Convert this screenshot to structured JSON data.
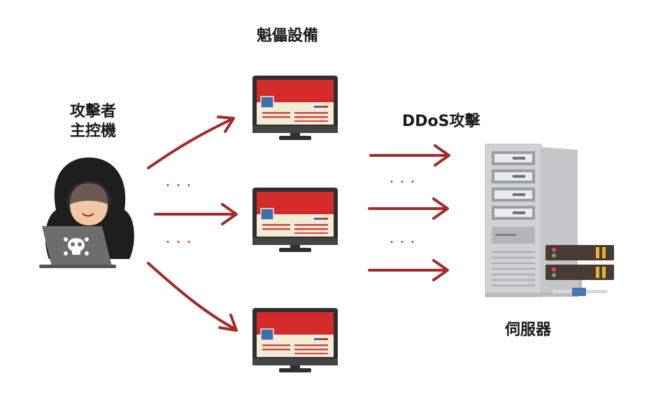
{
  "labels": {
    "bots": "魁儡設備",
    "attacker_line1": "攻擊者",
    "attacker_line2": "主控機",
    "ddos": "DDoS攻擊",
    "server": "伺服器"
  },
  "ellipsis": "・・・",
  "colors": {
    "arrow": "#a52a2a",
    "screen_red": "#d42a2a",
    "screen_cream": "#f3ecd5",
    "monitor_frame": "#2f2f2f",
    "server_body": "#cfd1d4",
    "hood": "#1e1e1e",
    "rack_accent": "#e8b32c"
  },
  "icons": {
    "attacker": "hooded-hacker-icon",
    "bot_device": "monitor-icon",
    "server": "server-tower-icon"
  }
}
